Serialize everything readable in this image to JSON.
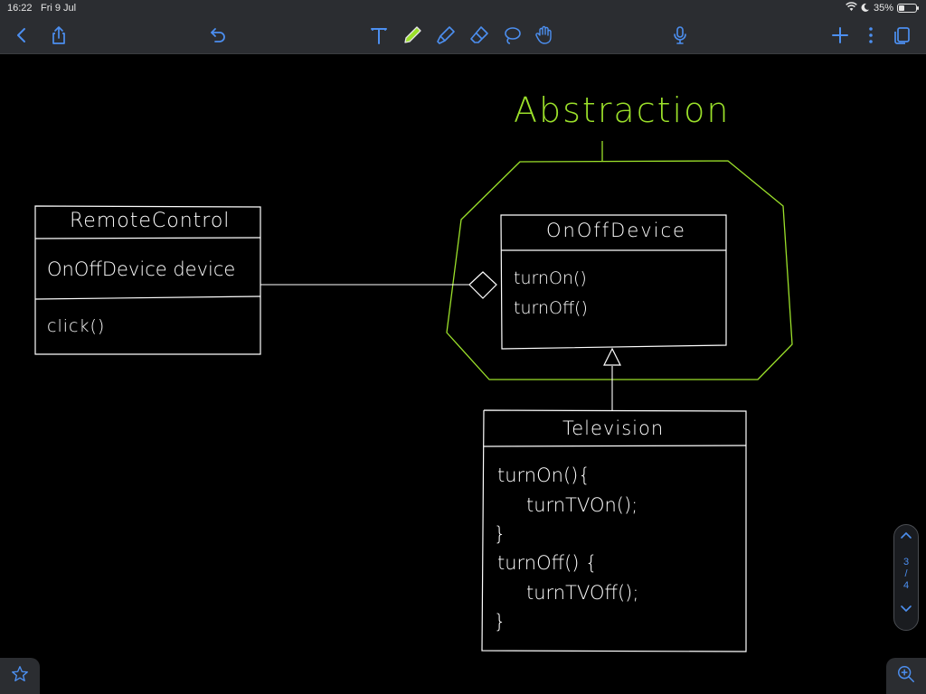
{
  "status": {
    "time": "16:22",
    "date": "Fri 9 Jul",
    "battery": "35%",
    "battery_level": 0.35
  },
  "toolbar": {
    "left": [
      "back-icon",
      "share-icon",
      "undo-icon"
    ],
    "tools": [
      "text-tool-icon",
      "pen-tool-icon",
      "highlighter-tool-icon",
      "eraser-tool-icon",
      "lasso-tool-icon",
      "shapes-tool-icon"
    ],
    "right": [
      "microphone-icon",
      "add-icon",
      "more-icon",
      "pages-icon"
    ],
    "accent": "#4c8ff0",
    "active_tool_color": "#9be02a"
  },
  "canvas": {
    "abstraction_label": "Abstraction",
    "remote_control": {
      "name": "RemoteControl",
      "field": "OnOffDevice device",
      "method": "click()"
    },
    "onoff_device": {
      "name": "OnOffDevice",
      "methods": [
        "turnOn()",
        "turnOff()"
      ]
    },
    "television": {
      "name": "Television",
      "code": [
        "turnOn(){",
        "turnTVOn();",
        "}",
        "turnOff() {",
        "turnTVOff();",
        "}"
      ]
    },
    "ink_color": "#ffffff",
    "highlight_color": "#9be02a"
  },
  "pager": {
    "current": "3",
    "sep": "/",
    "total": "4"
  },
  "bottom": {
    "left": "favorite-icon",
    "right": "zoom-in-icon"
  }
}
